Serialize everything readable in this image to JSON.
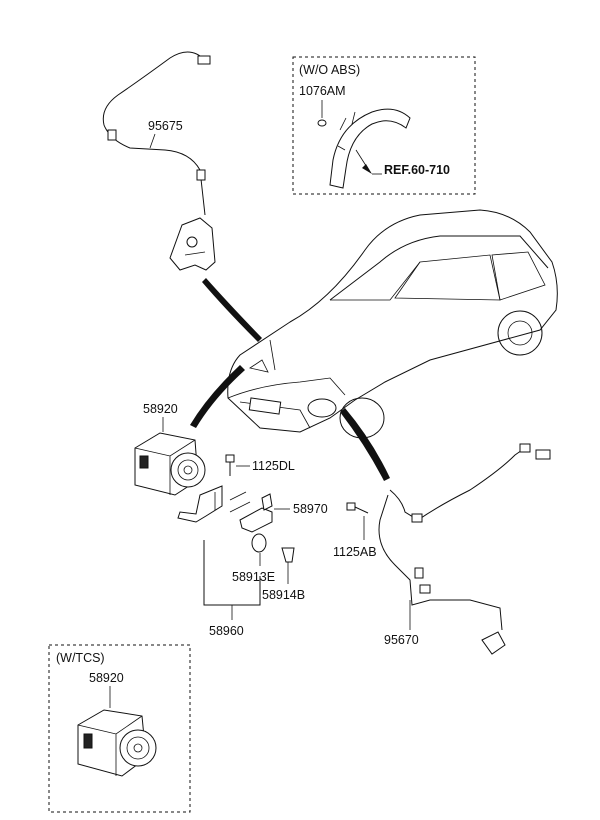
{
  "boxes": {
    "wo_abs": {
      "title": "(W/O ABS)",
      "part": "1076AM",
      "ref": "REF.60-710"
    },
    "w_tcs": {
      "title": "(W/TCS)",
      "part": "58920"
    }
  },
  "labels": {
    "p95675": "95675",
    "p58920": "58920",
    "p1125DL": "1125DL",
    "p58970": "58970",
    "p1125AB": "1125AB",
    "p58913E": "58913E",
    "p58914B": "58914B",
    "p58960": "58960",
    "p95670": "95670"
  }
}
